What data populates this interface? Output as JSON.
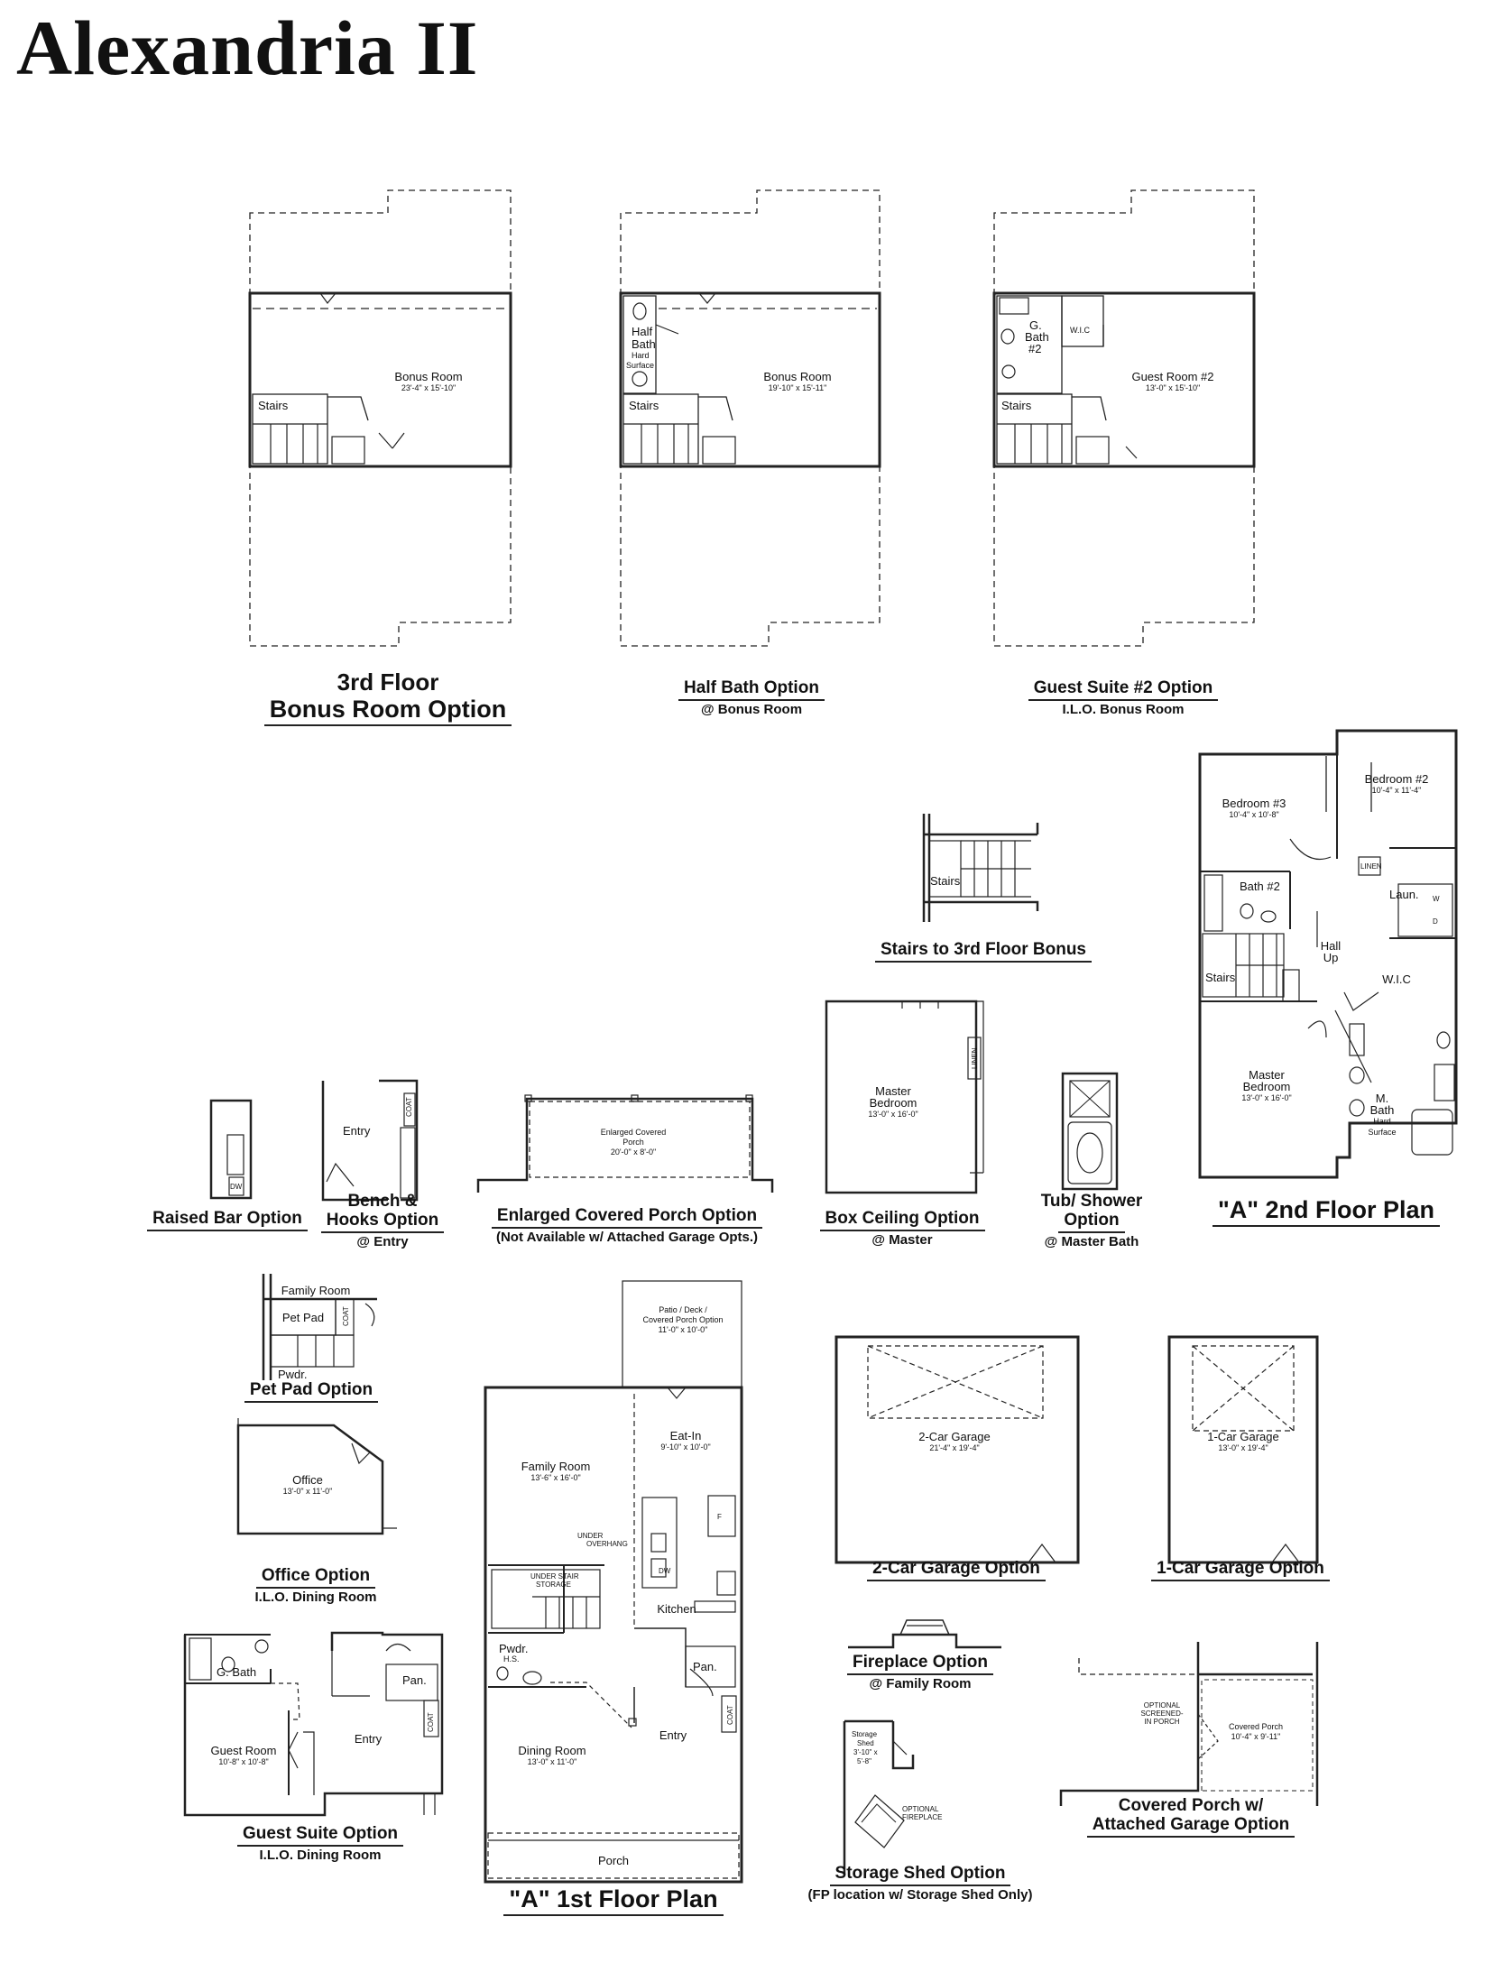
{
  "page_title": "Alexandria II",
  "captions": {
    "third_floor_bonus": {
      "line1": "3rd Floor",
      "line2": "Bonus Room Option"
    },
    "half_bath": {
      "title": "Half Bath Option",
      "sub": "@ Bonus Room"
    },
    "guest_suite_2": {
      "title": "Guest Suite #2 Option",
      "sub": "I.L.O. Bonus Room"
    },
    "stairs_3rd": {
      "title": "Stairs to 3rd Floor Bonus"
    },
    "raised_bar": {
      "title": "Raised Bar Option"
    },
    "bench_hooks": {
      "line1": "Bench &",
      "line2": "Hooks Option",
      "sub": "@ Entry"
    },
    "enlarged_porch": {
      "title": "Enlarged Covered Porch Option",
      "sub": "(Not Available w/ Attached Garage Opts.)"
    },
    "box_ceiling": {
      "title": "Box Ceiling Option",
      "sub": "@ Master"
    },
    "tub_shower": {
      "line1": "Tub/ Shower",
      "line2": "Option",
      "sub": "@ Master Bath"
    },
    "second_floor": {
      "title": "\"A\" 2nd Floor Plan"
    },
    "pet_pad": {
      "title": "Pet Pad Option"
    },
    "office": {
      "title": "Office Option",
      "sub": "I.L.O. Dining Room"
    },
    "guest_suite": {
      "title": "Guest Suite Option",
      "sub": "I.L.O. Dining Room"
    },
    "first_floor": {
      "title": "\"A\" 1st Floor Plan"
    },
    "two_car": {
      "title": "2-Car Garage Option"
    },
    "one_car": {
      "title": "1-Car Garage Option"
    },
    "fireplace": {
      "title": "Fireplace Option",
      "sub": "@ Family Room"
    },
    "storage_shed": {
      "title": "Storage Shed Option",
      "sub": "(FP location w/ Storage Shed Only)"
    },
    "covered_porch_garage": {
      "line1": "Covered Porch w/",
      "line2": "Attached Garage Option"
    }
  },
  "labels": {
    "bonus_room": "Bonus Room",
    "bonus_dim_a": "23'-4\" x 15'-10\"",
    "bonus_dim_b": "19'-10\" x 15'-11\"",
    "stairs": "Stairs",
    "half_bath": [
      "Half",
      "Bath",
      "Hard",
      "Surface"
    ],
    "g_bath_2": [
      "G.",
      "Bath",
      "#2"
    ],
    "wic": "W.I.C",
    "guest_room_2": "Guest Room #2",
    "guest_room_2_dim": "13'-0\" x 15'-10\"",
    "bedroom_3": "Bedroom #3",
    "bedroom_3_dim": "10'-4\" x 10'-8\"",
    "bedroom_2": "Bedroom #2",
    "bedroom_2_dim": "10'-4\" x 11'-4\"",
    "bath_2": "Bath #2",
    "linen": "LINEN",
    "laun": "Laun.",
    "hall": "Hall",
    "up": "Up",
    "wic2": "W.I.C",
    "master_bedroom": [
      "Master",
      "Bedroom"
    ],
    "master_dim": "13'-0\" x 16'-0\"",
    "m_bath": [
      "M.",
      "Bath",
      "Hard",
      "Surface"
    ],
    "entry": "Entry",
    "coat": "COAT",
    "dw": "DW",
    "enlarged_porch": [
      "Enlarged Covered",
      "Porch"
    ],
    "enlarged_porch_dim": "20'-0\" x 8'-0\"",
    "family_room": "Family Room",
    "family_room_dim": "13'-6\" x 16'-0\"",
    "pet_pad": "Pet Pad",
    "pwdr": "Pwdr.",
    "pwdr_hs": "H.S.",
    "office": "Office",
    "office_dim": "13'-0\" x 11'-0\"",
    "g_bath": "G. Bath",
    "pan": "Pan.",
    "guest_room": "Guest Room",
    "guest_room_dim": "10'-8\" x 10'-8\"",
    "patio": [
      "Patio / Deck /",
      "Covered Porch Option"
    ],
    "patio_dim": "11'-0\" x 10'-0\"",
    "eat_in": "Eat-In",
    "eat_in_dim": "9'-10\" x 10'-0\"",
    "under_overhang": [
      "UNDER",
      "OVERHANG"
    ],
    "under_stair": [
      "UNDER STAIR",
      "STORAGE"
    ],
    "kitchen": "Kitchen",
    "dining_room": "Dining Room",
    "dining_dim": "13'-0\" x 11'-0\"",
    "porch": "Porch",
    "fridge": "F",
    "two_car": "2-Car Garage",
    "two_car_dim": "21'-4\" x 19'-4\"",
    "one_car": "1-Car Garage",
    "one_car_dim": "13'-0\" x 19'-4\"",
    "storage_shed": [
      "Storage",
      "Shed",
      "3'-10\" x",
      "5'-8\""
    ],
    "optional_fireplace": [
      "OPTIONAL",
      "FIREPLACE"
    ],
    "optional_screened": [
      "OPTIONAL",
      "SCREENED-",
      "IN PORCH"
    ],
    "covered_porch": "Covered Porch",
    "covered_porch_dim": "10'-4\" x 9'-11\"",
    "washer": "W",
    "dryer": "D"
  }
}
